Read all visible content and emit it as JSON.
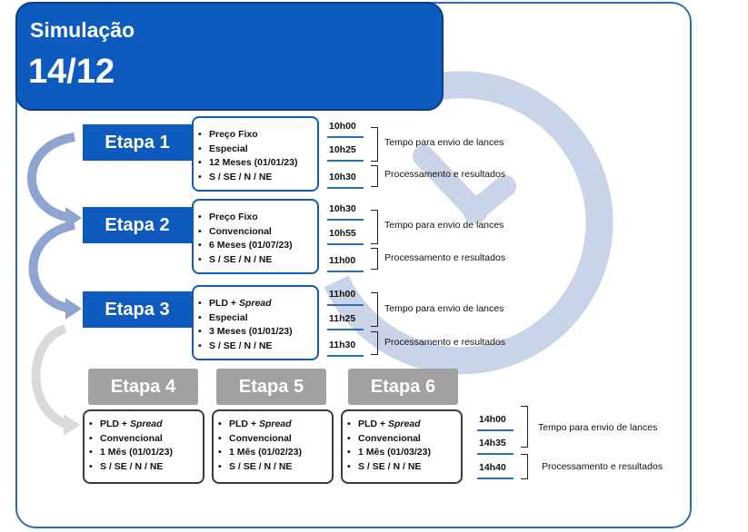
{
  "header": {
    "title": "Simulação",
    "date": "14/12"
  },
  "colors": {
    "primary": "#0d5bbf",
    "frame": "#2e6db4",
    "inactive": "#9fa1a3",
    "clock": "#c9d4e8"
  },
  "stages": [
    {
      "label": "Etapa 1",
      "items": [
        "Preço Fixo",
        "Especial",
        "12 Meses (01/01/23)",
        "S / SE / N / NE"
      ],
      "times": [
        "10h00",
        "10h25",
        "10h30"
      ]
    },
    {
      "label": "Etapa 2",
      "items": [
        "Preço Fixo",
        "Convencional",
        "6 Meses (01/07/23)",
        "S / SE / N / NE"
      ],
      "times": [
        "10h30",
        "10h55",
        "11h00"
      ]
    },
    {
      "label": "Etapa 3",
      "items": [
        "PLD + Spread",
        "Especial",
        "3 Meses (01/01/23)",
        "S / SE / N / NE"
      ],
      "times": [
        "11h00",
        "11h25",
        "11h30"
      ]
    },
    {
      "label": "Etapa 4",
      "items": [
        "PLD + Spread",
        "Convencional",
        "1 Mês (01/01/23)",
        "S / SE / N / NE"
      ]
    },
    {
      "label": "Etapa 5",
      "items": [
        "PLD + Spread",
        "Convencional",
        "1 Mês (01/02/23)",
        "S / SE / N / NE"
      ]
    },
    {
      "label": "Etapa 6",
      "items": [
        "PLD + Spread",
        "Convencional",
        "1 Mês (01/03/23)",
        "S / SE / N / NE"
      ]
    }
  ],
  "pld_prefix": "PLD + ",
  "spread_word": "Spread",
  "times_456": [
    "14h00",
    "14h35",
    "14h40"
  ],
  "notes": {
    "bids": "Tempo para envio de lances",
    "processing": "Processamento e resultados"
  }
}
